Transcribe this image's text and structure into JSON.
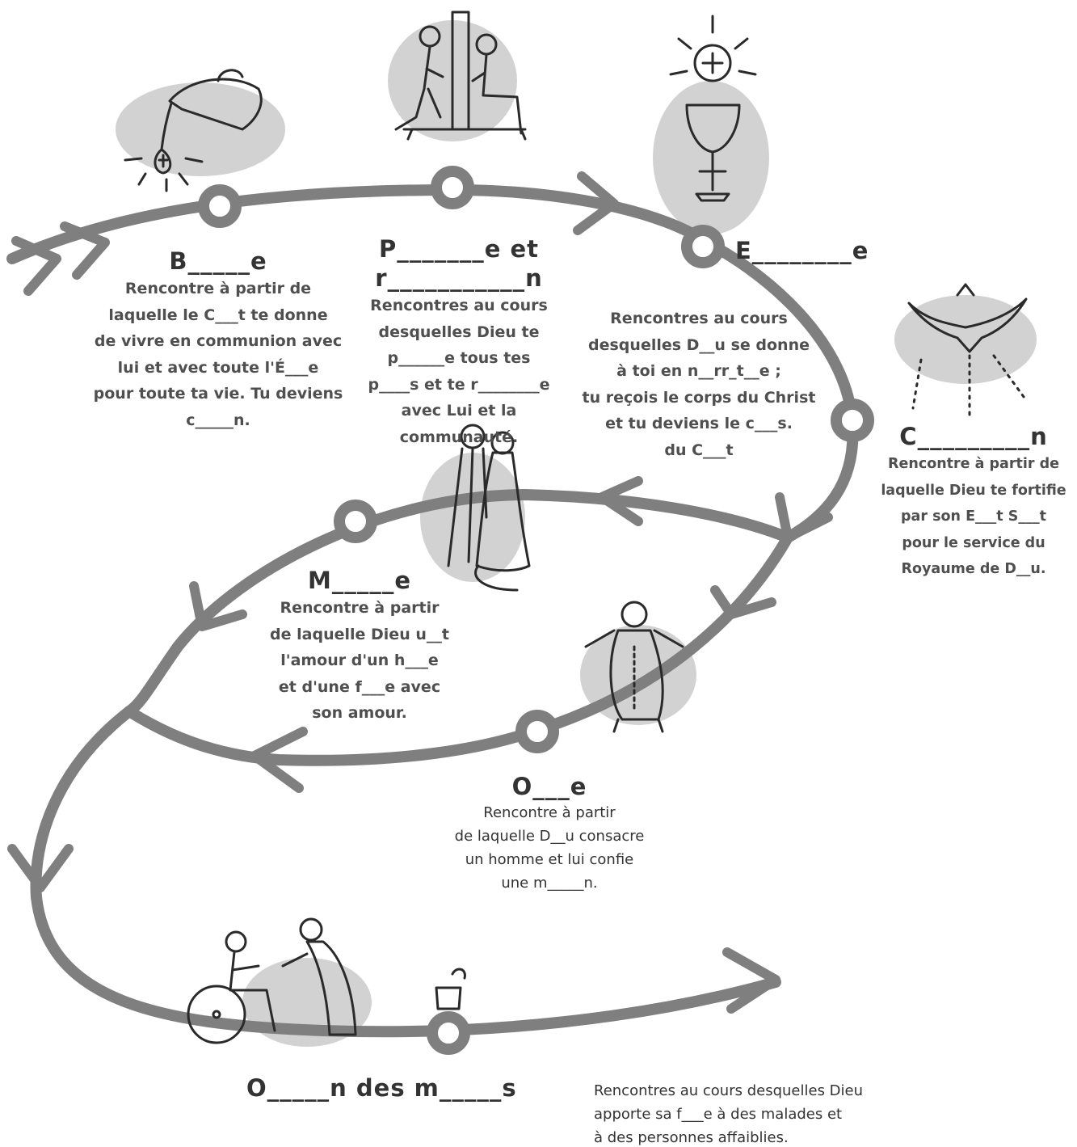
{
  "colors": {
    "ink": "#7f7f7f",
    "shadow": "#d2d2d2",
    "text": "#4f4f4f",
    "title": "#333333"
  },
  "sacraments": [
    {
      "id": "bapteme",
      "icon": "baptism-pitcher-icon",
      "title": "B_____e",
      "lines": [
        "Rencontre à partir de",
        "laquelle le C___t te donne",
        "de vivre en communion avec",
        "lui et avec toute l'É___e",
        "pour toute ta vie. Tu deviens",
        "c_____n."
      ]
    },
    {
      "id": "penitence",
      "icon": "confession-icon",
      "title_lines": [
        "P_______e et",
        "r___________n"
      ],
      "lines": [
        "Rencontres au cours",
        "desquelles Dieu te",
        "p______e tous tes",
        "p____s et te r________e",
        "avec Lui et la",
        "communauté."
      ]
    },
    {
      "id": "eucharistie",
      "icon": "chalice-host-icon",
      "title": "E________e",
      "lines": [
        "Rencontres au cours",
        "desquelles D__u se donne",
        "à toi en n__rr_t__e ;",
        "tu reçois le corps du Christ",
        "et tu deviens le c___s.",
        "du C___t"
      ]
    },
    {
      "id": "confirmation",
      "icon": "dove-spirit-icon",
      "title": "C_________n",
      "lines": [
        "Rencontre à partir de",
        "laquelle Dieu te fortifie",
        "par son E___t S___t",
        "pour le service du",
        "Royaume de D__u."
      ]
    },
    {
      "id": "mariage",
      "icon": "wedding-couple-icon",
      "title": "M_____e",
      "lines": [
        "Rencontre à partir",
        "de laquelle Dieu u__t",
        "l'amour d'un h___e",
        "et d'une f___e avec",
        "son amour."
      ]
    },
    {
      "id": "ordre",
      "icon": "priest-ordination-icon",
      "title": "O___e",
      "lines": [
        "Rencontre à partir",
        "de laquelle D__u consacre",
        "un homme et lui confie",
        "une m_____n."
      ]
    },
    {
      "id": "onction",
      "icon": "anointing-sick-icon",
      "title": "O_____n des m_____s",
      "lines": [
        "Rencontres au cours desquelles Dieu",
        "apporte sa f___e à des malades et",
        "à des personnes affaiblies."
      ]
    }
  ]
}
